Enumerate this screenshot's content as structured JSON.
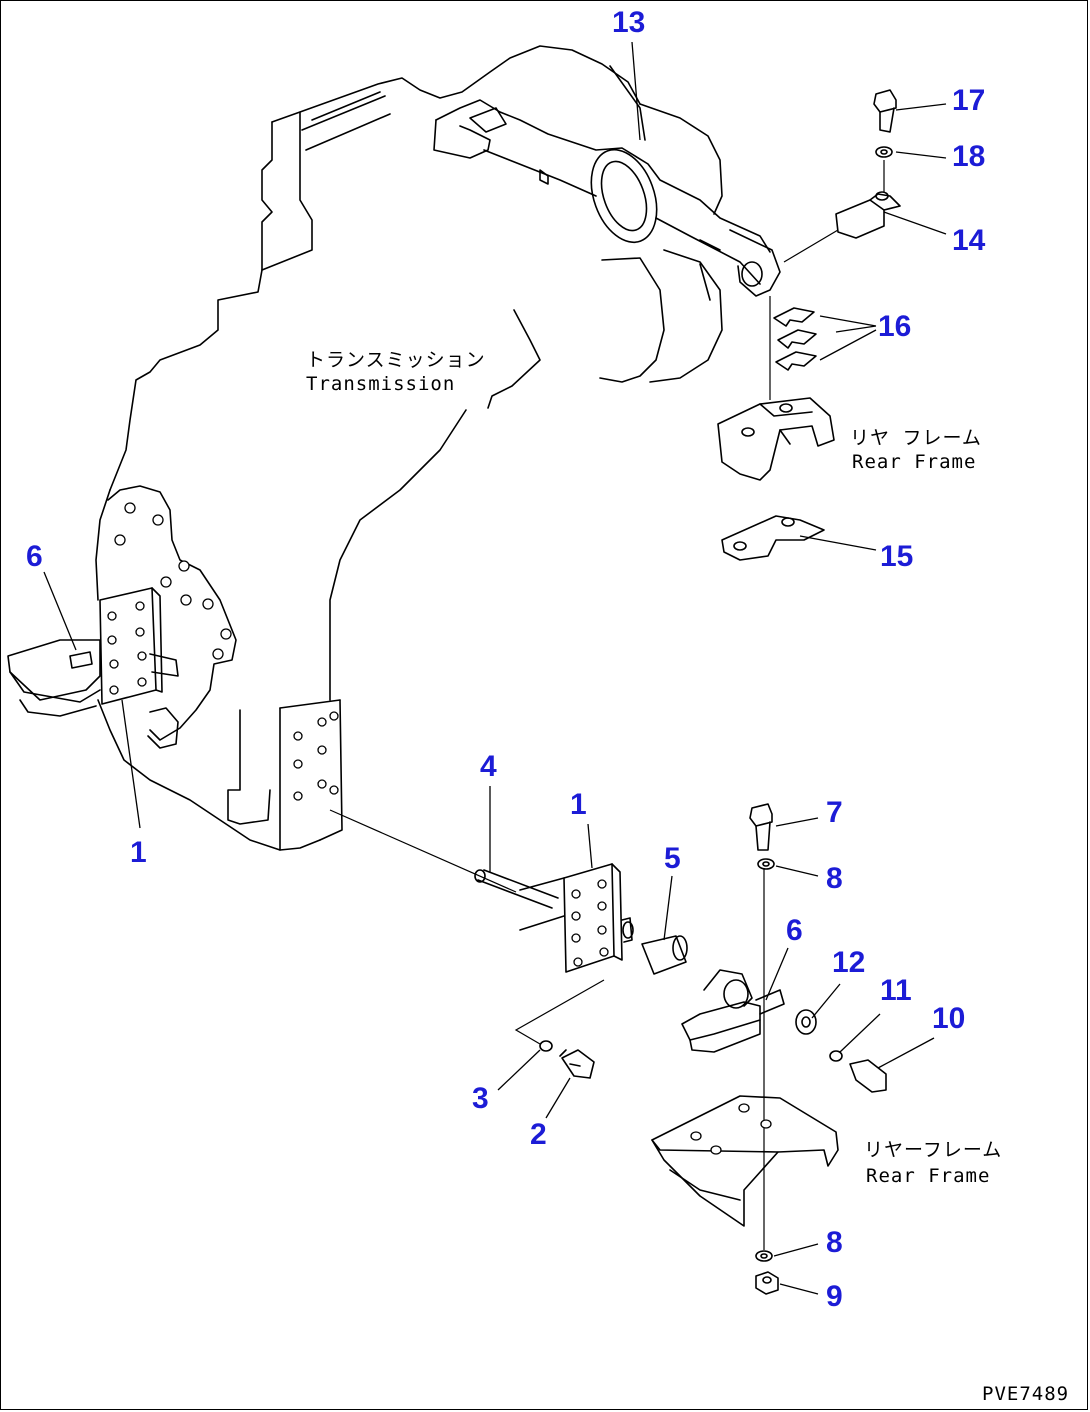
{
  "callouts": {
    "c1a": "1",
    "c1b": "1",
    "c2": "2",
    "c3": "3",
    "c4": "4",
    "c5": "5",
    "c6a": "6",
    "c6b": "6",
    "c7": "7",
    "c8a": "8",
    "c8b": "8",
    "c9": "9",
    "c10": "10",
    "c11": "11",
    "c12": "12",
    "c13": "13",
    "c14": "14",
    "c15": "15",
    "c16": "16",
    "c17": "17",
    "c18": "18"
  },
  "labels": {
    "transmission_jp": "トランスミッション",
    "transmission_en": "Transmission",
    "rear_frame_top_jp": "リヤ フレーム",
    "rear_frame_top_en": "Rear Frame",
    "rear_frame_bottom_jp": "リヤーフレーム",
    "rear_frame_bottom_en": "Rear Frame"
  },
  "drawing_code": "PVE7489",
  "colors": {
    "callout": "#1c1cd6",
    "line": "#000000",
    "background": "#ffffff"
  }
}
